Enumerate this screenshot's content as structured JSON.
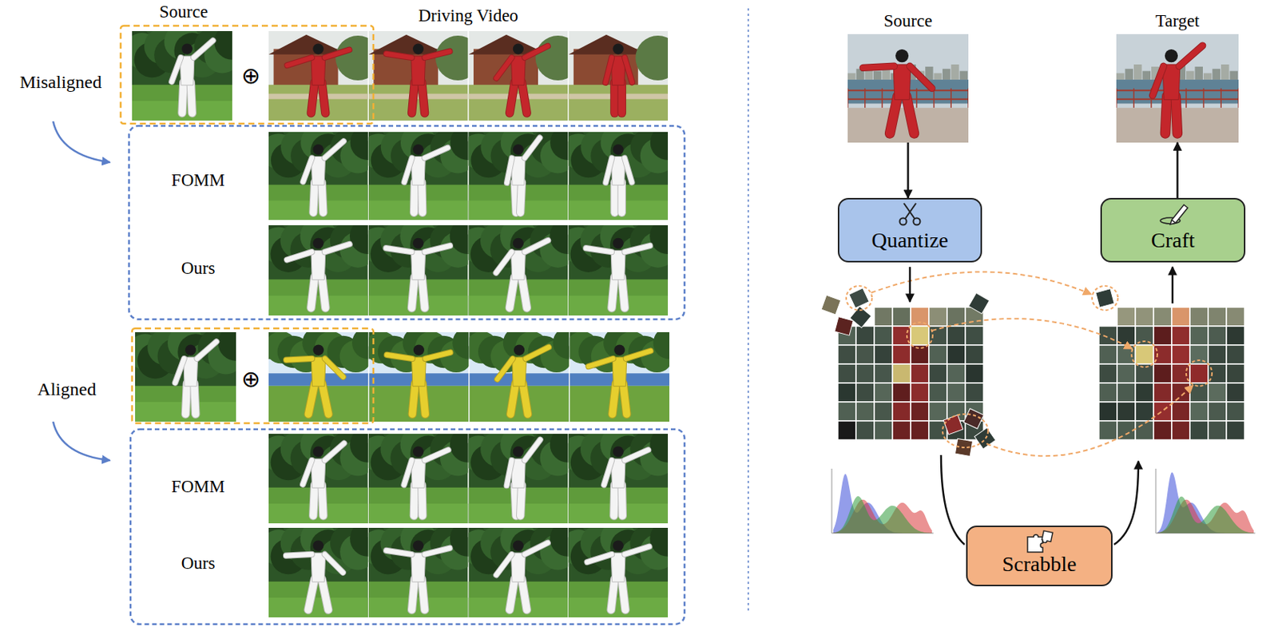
{
  "diagram": {
    "nodes": [
      {
        "text": [
          "Source"
        ]
      },
      {
        "text": [
          "Target"
        ]
      },
      {
        "text": [
          "Quantize"
        ]
      },
      {
        "text": [
          "Craft"
        ]
      },
      {
        "text": [
          "Scrabble"
        ]
      }
    ],
    "edges": [
      {
        "from": 0,
        "to": 2,
        "arrow": "to"
      },
      {
        "from": 3,
        "to": 1,
        "arrow": "to"
      }
    ],
    "labels": [
      "Source",
      "Driving Video",
      "Misaligned",
      "⊕",
      "FOMM",
      "Ours",
      "Aligned",
      "⊕",
      "FOMM",
      "Ours"
    ]
  }
}
